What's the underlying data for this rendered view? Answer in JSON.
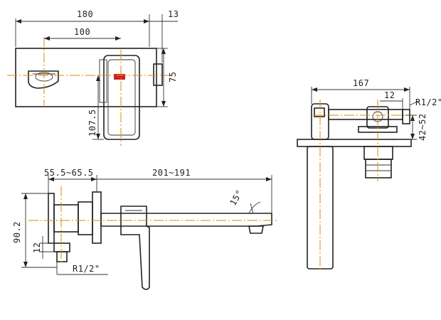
{
  "drawing": {
    "colors": {
      "line": "#222222",
      "centerline": "#e08a00",
      "background": "#ffffff",
      "logo": "#cc2222"
    },
    "front_view": {
      "dim_overall_width": "180",
      "dim_handle_depth": "13",
      "dim_spout_center": "100",
      "dim_plate_height": "75",
      "dim_handle_height": "107.5"
    },
    "side_view": {
      "dim_wall_range": "55.5~65.5",
      "dim_spout_reach": "201~191",
      "dim_height": "90.2",
      "dim_thread_offset": "12",
      "thread_label": "R1/2\"",
      "angle_label": "15°"
    },
    "rear_view": {
      "dim_length": "167",
      "dim_offset": "12",
      "thread_label": "R1/2\"",
      "dim_range": "42~52"
    }
  }
}
